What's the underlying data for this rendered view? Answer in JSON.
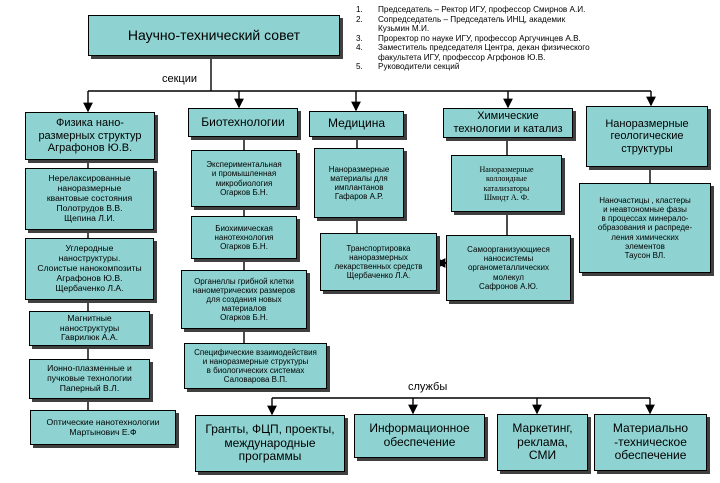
{
  "council": "Научно-технический совет",
  "label_sections": "секции",
  "label_services": "службы",
  "notes": [
    {
      "num": "1.",
      "text": "Председатель – Ректор ИГУ,  профессор Смирнов А.И."
    },
    {
      "num": "2.",
      "text": "Сопредседатель – Председатель ИНЦ, академик\nКузьмин М.И."
    },
    {
      "num": "3.",
      "text": "Проректор по науке ИГУ, профессор Аргучинцев А.В."
    },
    {
      "num": "4.",
      "text": "Заместитель председателя Центра, декан физического\nфакультета ИГУ, профессор Агрфонов Ю.В."
    },
    {
      "num": "5.",
      "text": " Руководители секций"
    }
  ],
  "sections": {
    "physics": "Физика нано-\nразмерных структур\nАграфонов Ю.В.",
    "bio": "Биотехнологии",
    "medicine": "Медицина",
    "chem": "Химические\nтехнологии и катализ",
    "geo": "Наноразмерные\nгеологические\nструктуры"
  },
  "physics_items": [
    "Нерелаксированные\nнаноразмерные\nквантовые состояния\nПолотрудов В.В.\nЩепина Л.И.",
    "Углеродные\nнаноструктуры.\nСлоистые нанокомпозиты\nАграфонов Ю.В.\nЩербаченко Л.А.",
    "Магнитные\nнаноструктуры\nГаврилюк А.А.",
    "Ионно-плазменные и\nпучковые технологии\nПаперный В.Л.",
    "Оптические нанотехнологии\nМартынович Е.Ф"
  ],
  "bio_items": [
    "Экспериментальная\nи промышленная\nмикробиология\nОгарков Б.Н.",
    "Биохимическая\nнанотехнология\nОгарков Б.Н.",
    "Органеллы грибной клетки\nнанометрических размеров\nдля создания новых\nматериалов\nОгарков Б.Н.",
    "Специфические взаимодействия\nи наноразмерные  структуры\nв биологических системах\nСаловарова В.П."
  ],
  "med_items": [
    "Наноразмерные\nматериалы для\nимплантанов\nГафаров А.Р.",
    "Транспортировка\nнаноразмерных\nлекарственных средств\nЩербаченко Л.А."
  ],
  "chem_items": [
    "Наноразмерные\nколлоидные\nкатализаторы\nШмидт А. Ф.",
    "Самоорганизующиеся\nнаносистемы\nорганометаллических\nмолекул\nСафронов А.Ю."
  ],
  "geo_items": [
    "Наночастицы , кластеры\nи неавтономные фазы\nв процессах минерало-\nобразования  и распреде-\nления химических\nэлементов\nТаусон ВЛ."
  ],
  "services": [
    "Гранты, ФЦП, проекты,\nмеждународные\nпрограммы",
    "Информационное\nобеспечение",
    "Маркетинг,\nреклама,\nСМИ",
    "Материально\n-техническое\nобеспечение"
  ]
}
